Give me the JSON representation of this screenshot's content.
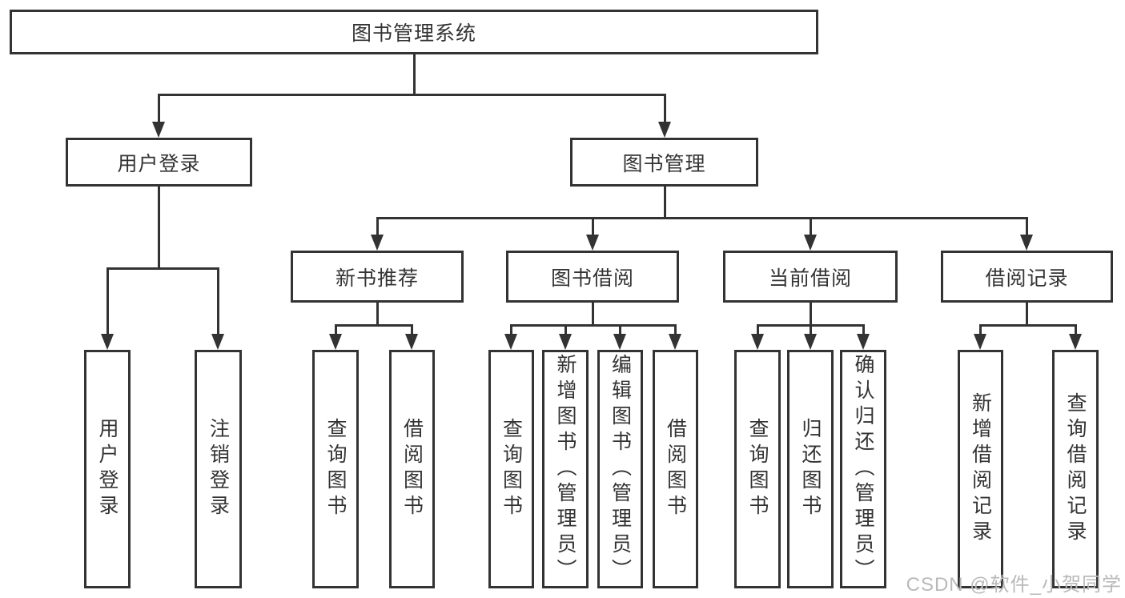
{
  "diagram": {
    "title": "图书管理系统",
    "nodes": {
      "root": {
        "label": "图书管理系统"
      },
      "user_login": {
        "label": "用户登录"
      },
      "book_mgmt": {
        "label": "图书管理"
      },
      "new_book_rec": {
        "label": "新书推荐"
      },
      "book_borrow": {
        "label": "图书借阅"
      },
      "current_borrow": {
        "label": "当前借阅"
      },
      "borrow_records": {
        "label": "借阅记录"
      },
      "leaf_user_login": {
        "label": "用户登录"
      },
      "leaf_logout": {
        "label": "注销登录"
      },
      "nbr_query": {
        "label": "查询图书"
      },
      "nbr_borrow": {
        "label": "借阅图书"
      },
      "bb_query": {
        "label": "查询图书"
      },
      "bb_add": {
        "label": "新增图书（管理员）"
      },
      "bb_edit": {
        "label": "编辑图书（管理员）"
      },
      "bb_borrow": {
        "label": "借阅图书"
      },
      "cb_query": {
        "label": "查询图书"
      },
      "cb_return": {
        "label": "归还图书"
      },
      "cb_confirm": {
        "label": "确认归还（管理员）"
      },
      "br_add": {
        "label": "新增借阅记录"
      },
      "br_query": {
        "label": "查询借阅记录"
      }
    },
    "edges": [
      [
        "root",
        "user_login"
      ],
      [
        "root",
        "book_mgmt"
      ],
      [
        "user_login",
        "leaf_user_login"
      ],
      [
        "user_login",
        "leaf_logout"
      ],
      [
        "book_mgmt",
        "new_book_rec"
      ],
      [
        "book_mgmt",
        "book_borrow"
      ],
      [
        "book_mgmt",
        "current_borrow"
      ],
      [
        "book_mgmt",
        "borrow_records"
      ],
      [
        "new_book_rec",
        "nbr_query"
      ],
      [
        "new_book_rec",
        "nbr_borrow"
      ],
      [
        "book_borrow",
        "bb_query"
      ],
      [
        "book_borrow",
        "bb_add"
      ],
      [
        "book_borrow",
        "bb_edit"
      ],
      [
        "book_borrow",
        "bb_borrow"
      ],
      [
        "current_borrow",
        "cb_query"
      ],
      [
        "current_borrow",
        "cb_return"
      ],
      [
        "current_borrow",
        "cb_confirm"
      ],
      [
        "borrow_records",
        "br_add"
      ],
      [
        "borrow_records",
        "br_query"
      ]
    ]
  },
  "watermark": {
    "text": "CSDN @软件_小贺同学"
  },
  "colors": {
    "line": "#333333",
    "text": "#333333",
    "box_background": "#ffffff",
    "page_background": "#ffffff",
    "watermark": "#b9b9b9"
  }
}
